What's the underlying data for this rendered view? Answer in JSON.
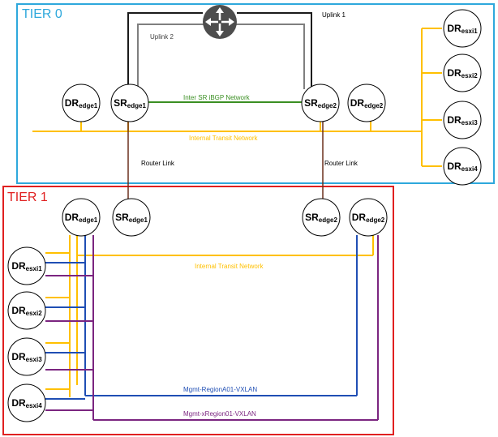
{
  "tier0": {
    "label": "TIER 0",
    "color": "#2EA8DC"
  },
  "tier1": {
    "label": "TIER 1",
    "color": "#E02020"
  },
  "links": {
    "uplink1": "Uplink 1",
    "uplink2": "Uplink 2",
    "inter_sr": "Inter SR iBGP Network",
    "transit0": "Internal Transit Network",
    "router_link_left": "Router Link",
    "router_link_right": "Router Link",
    "transit1": "Internal Transit Network",
    "mgmt_region": "Mgmt-RegionA01-VXLAN",
    "mgmt_xregion": "Mgmt-xRegion01-VXLAN"
  },
  "nodes": {
    "t0_dr_edge1": {
      "main": "DR",
      "sub": "edge1"
    },
    "t0_sr_edge1": {
      "main": "SR",
      "sub": "edge1"
    },
    "t0_sr_edge2": {
      "main": "SR",
      "sub": "edge2"
    },
    "t0_dr_edge2": {
      "main": "DR",
      "sub": "edge2"
    },
    "t0_dr_esxi1": {
      "main": "DR",
      "sub": "esxi1"
    },
    "t0_dr_esxi2": {
      "main": "DR",
      "sub": "esxi2"
    },
    "t0_dr_esxi3": {
      "main": "DR",
      "sub": "esxi3"
    },
    "t0_dr_esxi4": {
      "main": "DR",
      "sub": "esxi4"
    },
    "t1_dr_edge1": {
      "main": "DR",
      "sub": "edge1"
    },
    "t1_sr_edge1": {
      "main": "SR",
      "sub": "edge1"
    },
    "t1_sr_edge2": {
      "main": "SR",
      "sub": "edge2"
    },
    "t1_dr_edge2": {
      "main": "DR",
      "sub": "edge2"
    },
    "t1_dr_esxi1": {
      "main": "DR",
      "sub": "esxi1"
    },
    "t1_dr_esxi2": {
      "main": "DR",
      "sub": "esxi2"
    },
    "t1_dr_esxi3": {
      "main": "DR",
      "sub": "esxi3"
    },
    "t1_dr_esxi4": {
      "main": "DR",
      "sub": "esxi4"
    }
  },
  "colors": {
    "uplink1": "#1A1A1A",
    "uplink2": "#7F7F7F",
    "inter_sr": "#3A8F22",
    "transit": "#FFC000",
    "router_link": "#6B2F1C",
    "mgmt_region": "#1F4EB4",
    "mgmt_xregion": "#7B2580"
  },
  "icons": {
    "router": "router-icon"
  }
}
